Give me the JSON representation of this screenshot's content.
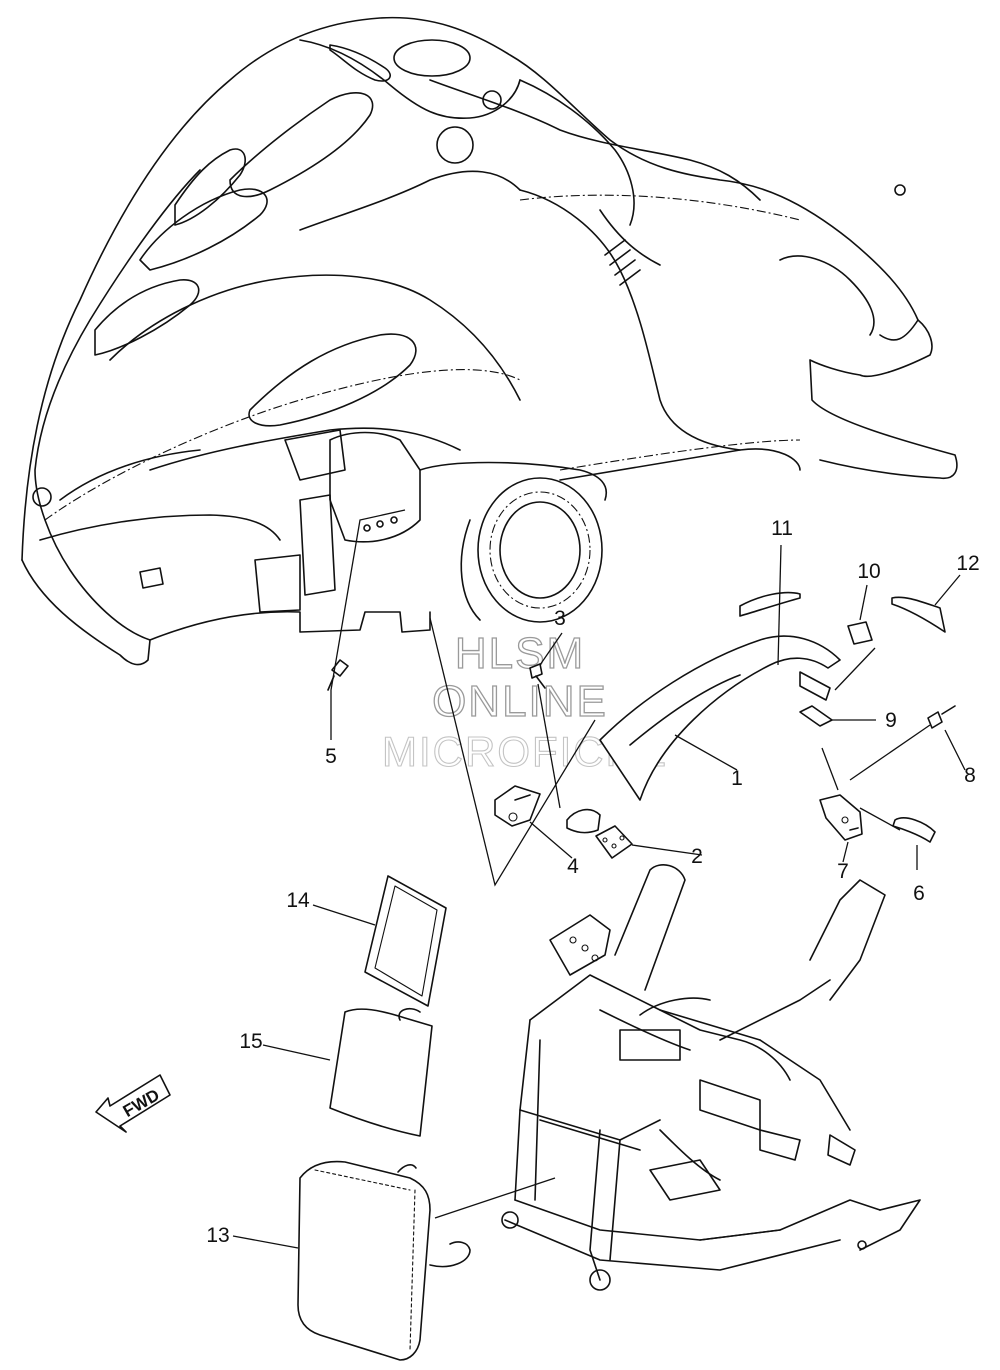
{
  "callouts": {
    "c1": "1",
    "c2": "2",
    "c3": "3",
    "c4": "4",
    "c5": "5",
    "c6": "6",
    "c7": "7",
    "c8": "8",
    "c9": "9",
    "c10": "10",
    "c11": "11",
    "c12": "12",
    "c13": "13",
    "c14": "14",
    "c15": "15"
  },
  "watermark": {
    "line1": "HLSM",
    "line2": "ONLINE",
    "line3": "MICROFICHE"
  },
  "direction_arrow": {
    "label": "FWD"
  }
}
